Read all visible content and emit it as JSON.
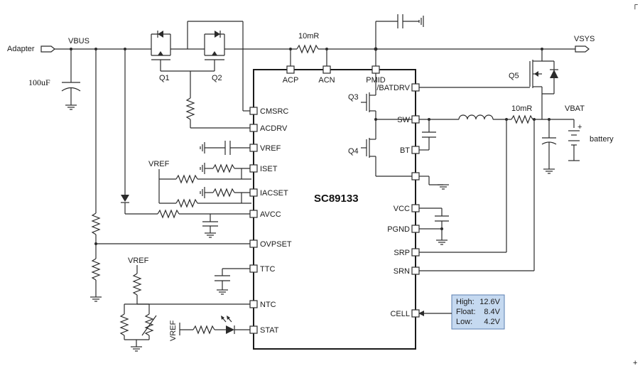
{
  "chip": {
    "name": "SC89133"
  },
  "pins_left": [
    "CMSRC",
    "ACDRV",
    "VREF",
    "ISET",
    "IACSET",
    "AVCC",
    "OVPSET",
    "TTC",
    "NTC",
    "STAT"
  ],
  "pins_top": [
    "ACP",
    "ACN",
    "PMID"
  ],
  "pins_right": [
    "/BATDRV",
    "SW",
    "BT",
    "VCC",
    "PGND",
    "SRP",
    "SRN",
    "CELL"
  ],
  "nets": {
    "adapter": "Adapter",
    "vbus": "VBUS",
    "vsys": "VSYS",
    "vbat": "VBAT",
    "battery": "battery",
    "vref": "VREF",
    "plus": "+"
  },
  "components": {
    "cap_in": "100uF",
    "r_sense_in": "10mR",
    "r_sense_bat": "10mR",
    "q1": "Q1",
    "q2": "Q2",
    "q3": "Q3",
    "q4": "Q4",
    "q5": "Q5"
  },
  "cell_box": {
    "rows": [
      {
        "label": "High:",
        "value": "12.6V"
      },
      {
        "label": "Float:",
        "value": "8.4V"
      },
      {
        "label": "Low:",
        "value": "4.2V"
      }
    ]
  },
  "colors": {
    "wire": "#2b2b2b",
    "cell_box_fill": "#c5d9f0",
    "cell_box_border": "#5b7fb0"
  }
}
